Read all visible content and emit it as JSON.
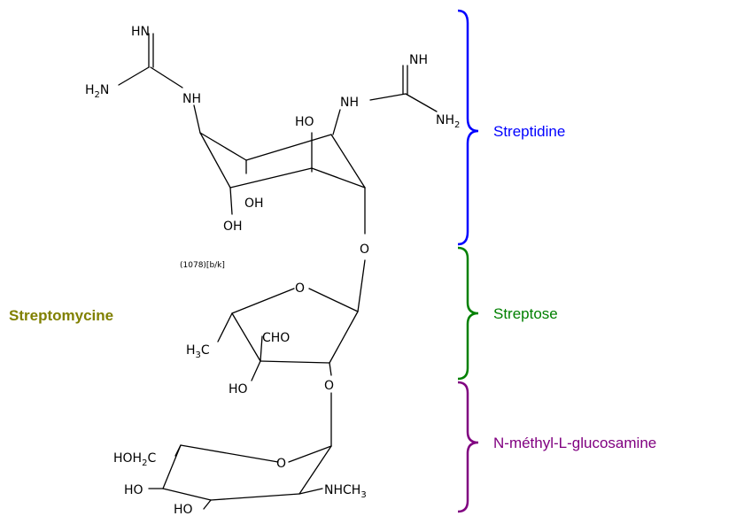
{
  "title": "Streptomycine",
  "annotation": "(1078)[b/k]",
  "colors": {
    "title": "#808000",
    "streptidine": "#0000ff",
    "streptose": "#008000",
    "glucosamine": "#800080",
    "bonds": "#000000"
  },
  "sections": [
    {
      "label": "Streptidine"
    },
    {
      "label": "Streptose"
    },
    {
      "label": "N-méthyl-L-glucosamine"
    }
  ],
  "atoms": {
    "hn_top": "HN",
    "h2n_left": "H",
    "h2n_left_sub": "2",
    "h2n_left_n": "N",
    "nh_left": "NH",
    "nh_right": "NH",
    "nh_right_top": "NH",
    "nh2_right": "NH",
    "nh2_right_sub": "2",
    "ho_top": "HO",
    "oh_mid": "OH",
    "oh_bottom": "OH",
    "o_link1": "O",
    "o_ring": "O",
    "h3c": "H",
    "h3c_sub": "3",
    "h3c_c": "C",
    "cho": "CHO",
    "ho_streptose": "HO",
    "o_link2": "O",
    "hoh2c": "HOH",
    "hoh2c_sub": "2",
    "hoh2c_c": "C",
    "o_ring2": "O",
    "ho_glc1": "HO",
    "ho_glc2": "HO",
    "nhch3": "NHCH",
    "nhch3_sub": "3"
  }
}
